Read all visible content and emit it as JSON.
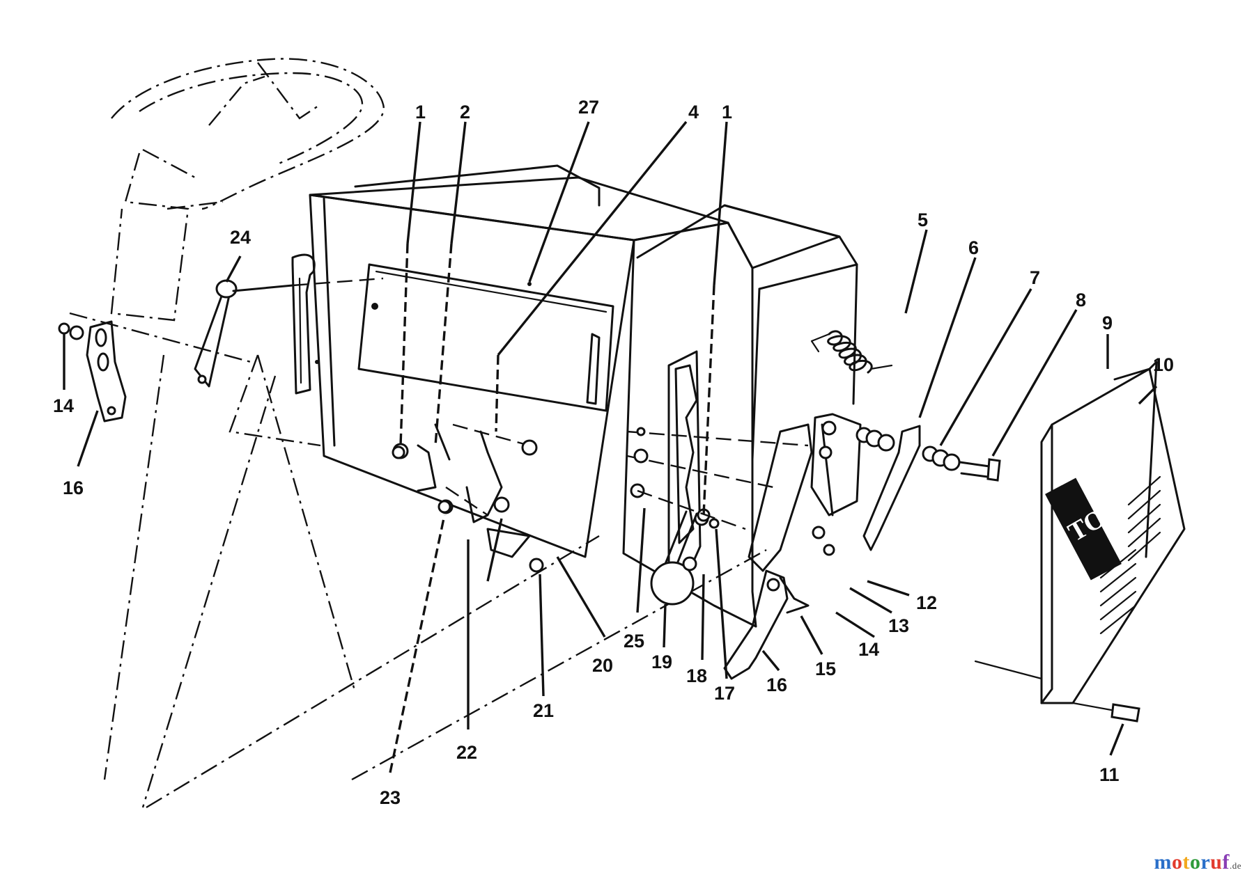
{
  "callouts": [
    {
      "id": "c1a",
      "label": "1"
    },
    {
      "id": "c2",
      "label": "2"
    },
    {
      "id": "c27",
      "label": "27"
    },
    {
      "id": "c4",
      "label": "4"
    },
    {
      "id": "c1b",
      "label": "1"
    },
    {
      "id": "c5",
      "label": "5"
    },
    {
      "id": "c6",
      "label": "6"
    },
    {
      "id": "c7",
      "label": "7"
    },
    {
      "id": "c8",
      "label": "8"
    },
    {
      "id": "c9",
      "label": "9"
    },
    {
      "id": "c10",
      "label": "10"
    },
    {
      "id": "c24",
      "label": "24"
    },
    {
      "id": "c14a",
      "label": "14"
    },
    {
      "id": "c16a",
      "label": "16"
    },
    {
      "id": "c12",
      "label": "12"
    },
    {
      "id": "c13",
      "label": "13"
    },
    {
      "id": "c14b",
      "label": "14"
    },
    {
      "id": "c15",
      "label": "15"
    },
    {
      "id": "c16b",
      "label": "16"
    },
    {
      "id": "c17",
      "label": "17"
    },
    {
      "id": "c18",
      "label": "18"
    },
    {
      "id": "c19",
      "label": "19"
    },
    {
      "id": "c25",
      "label": "25"
    },
    {
      "id": "c20",
      "label": "20"
    },
    {
      "id": "c21",
      "label": "21"
    },
    {
      "id": "c22",
      "label": "22"
    },
    {
      "id": "c23",
      "label": "23"
    },
    {
      "id": "c11",
      "label": "11"
    }
  ],
  "watermark": {
    "text": "motoruf",
    "suffix": ".de",
    "letter_colors": [
      "#2a6fc9",
      "#e23b2e",
      "#f2a81d",
      "#2e9a3a",
      "#2a6fc9",
      "#e23b2e",
      "#8a3fb5"
    ]
  }
}
